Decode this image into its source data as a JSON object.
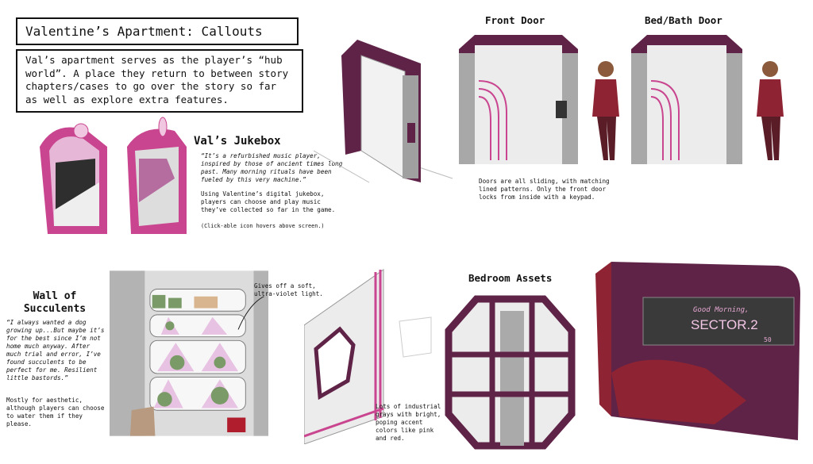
{
  "title": "Valentine’s Apartment: Callouts",
  "description": "Val’s apartment serves as the player’s “hub world”. A place they return to between story chapters/cases to go over the story so far as well as explore extra features.",
  "jukebox": {
    "heading": "Val’s Jukebox",
    "quote": "“It’s a refurbished music player, inspired by those of ancient times long past. Many morning rituals have been fueled by this very machine.”",
    "body": "Using Valentine’s digital jukebox, players can choose and play music they’ve collected so far in the game.",
    "footnote": "(Click-able icon hovers above screen.)"
  },
  "doors": {
    "front_door_label": "Front Door",
    "bed_bath_door_label": "Bed/Bath Door",
    "note": "Doors are all sliding, with matching lined patterns. Only the front door locks from inside with a keypad."
  },
  "succulents": {
    "heading": "Wall of Succulents",
    "quote": "“I always wanted a dog growing up...But maybe it’s for the best since I’m not home much anyway. After much trial and error, I’ve found succulents to be perfect for me. Resilient little bastords.”",
    "body": "Mostly for aesthetic, although players can choose to water them if they please.",
    "light_note": "Gives off a soft, ultra-violet light."
  },
  "bedroom": {
    "heading": "Bedroom Assets",
    "note": "Lots of industrial grays with bright, poping accent colors like pink and red.",
    "screen_greeting": "Good Morning,",
    "screen_sector": "SECTOR.2",
    "screen_temp": "50"
  },
  "colors": {
    "plum": "#5e2347",
    "pink": "#c9458f",
    "gray": "#a8a8a8",
    "light": "#ececec",
    "red": "#8e2433"
  }
}
